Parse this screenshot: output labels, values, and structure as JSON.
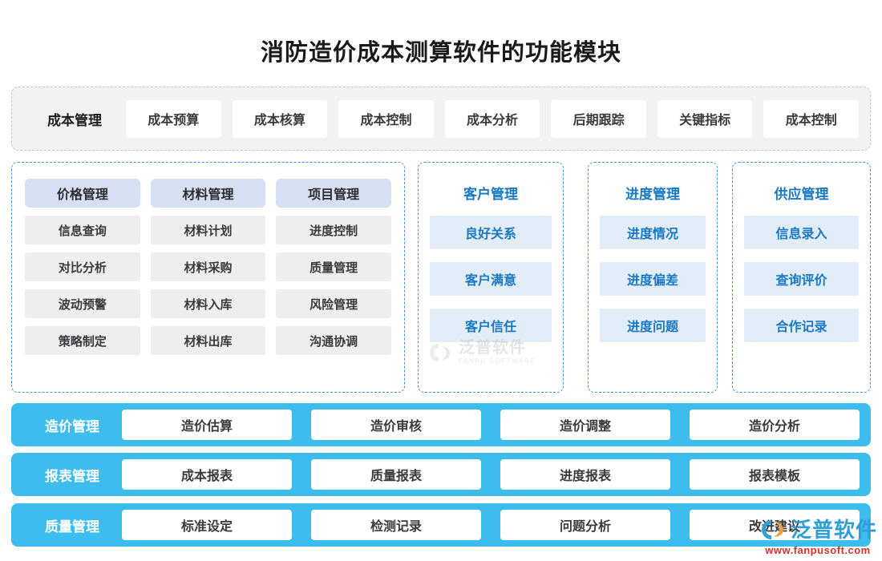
{
  "title": "消防造价成本测算软件的功能模块",
  "colors": {
    "accent_cyan": "#3cbdee",
    "accent_blue": "#1879c2",
    "panel_border_blue": "#4a90d9",
    "lavender_head": "#d7dff4",
    "gray_item": "#eeeeef",
    "blue_item": "#e2edf8",
    "top_band_bg": "#f2f2f3",
    "watermark_red": "#d0342c"
  },
  "top_band": {
    "label": "成本管理",
    "items": [
      "成本预算",
      "成本核算",
      "成本控制",
      "成本分析",
      "后期跟踪",
      "关键指标",
      "成本控制"
    ]
  },
  "main_panel": {
    "columns": [
      {
        "head": "价格管理",
        "items": [
          "信息查询",
          "对比分析",
          "波动预警",
          "策略制定"
        ]
      },
      {
        "head": "材料管理",
        "items": [
          "材料计划",
          "材料采购",
          "材料入库",
          "材料出库"
        ]
      },
      {
        "head": "项目管理",
        "items": [
          "进度控制",
          "质量管理",
          "风险管理",
          "沟通协调"
        ]
      }
    ]
  },
  "side_panels": [
    {
      "head": "客户管理",
      "items": [
        "良好关系",
        "客户满意",
        "客户信任"
      ]
    },
    {
      "head": "进度管理",
      "items": [
        "进度情况",
        "进度偏差",
        "进度问题"
      ]
    },
    {
      "head": "供应管理",
      "items": [
        "信息录入",
        "查询评价",
        "合作记录"
      ]
    }
  ],
  "bottom_bars": [
    {
      "label": "造价管理",
      "items": [
        "造价估算",
        "造价审核",
        "造价调整",
        "造价分析"
      ]
    },
    {
      "label": "报表管理",
      "items": [
        "成本报表",
        "质量报表",
        "进度报表",
        "报表模板"
      ]
    },
    {
      "label": "质量管理",
      "items": [
        "标准设定",
        "检测记录",
        "问题分析",
        "改进建议"
      ]
    }
  ],
  "watermarks": {
    "center": {
      "cn": "泛普软件",
      "en": "FANPU SOFTWARE"
    },
    "bottom_right": {
      "cn": "泛普软件",
      "url": "www.fanpusoft.com"
    }
  }
}
